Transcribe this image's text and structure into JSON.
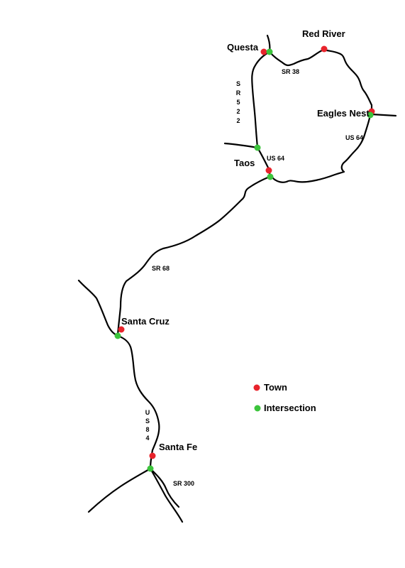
{
  "colors": {
    "town": "#e8242c",
    "intersection": "#3cc43c",
    "road": "#000000",
    "background": "#ffffff"
  },
  "towns": {
    "questa": "Questa",
    "red_river": "Red River",
    "eagles_nest": "Eagles Nest",
    "taos": "Taos",
    "santa_cruz": "Santa Cruz",
    "santa_fe": "Santa Fe"
  },
  "routes": {
    "sr38": "SR 38",
    "sr522": "SR522",
    "us64_east": "US 64",
    "us64_taos": "US 64",
    "sr68": "SR 68",
    "us84": "US84",
    "sr300": "SR 300"
  },
  "legend": {
    "town": "Town",
    "intersection": "Intersection"
  }
}
